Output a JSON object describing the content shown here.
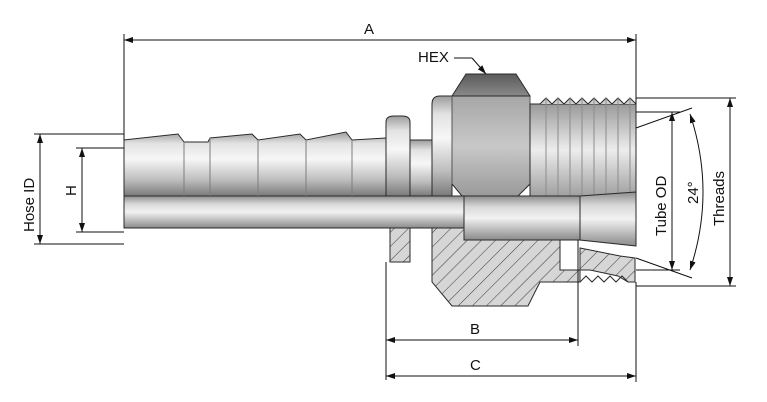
{
  "drawing": {
    "labels": {
      "A": "A",
      "B": "B",
      "C": "C",
      "H": "H",
      "HEX": "HEX",
      "hose_id": "Hose ID",
      "tube_od": "Tube OD",
      "angle": "24°",
      "threads": "Threads"
    },
    "colors": {
      "steel_light": "#e6e6e6",
      "steel_mid": "#a9a9a9",
      "steel_dark": "#5f5f5f",
      "section_fill": "#d3d3d3",
      "line": "#111111"
    }
  }
}
